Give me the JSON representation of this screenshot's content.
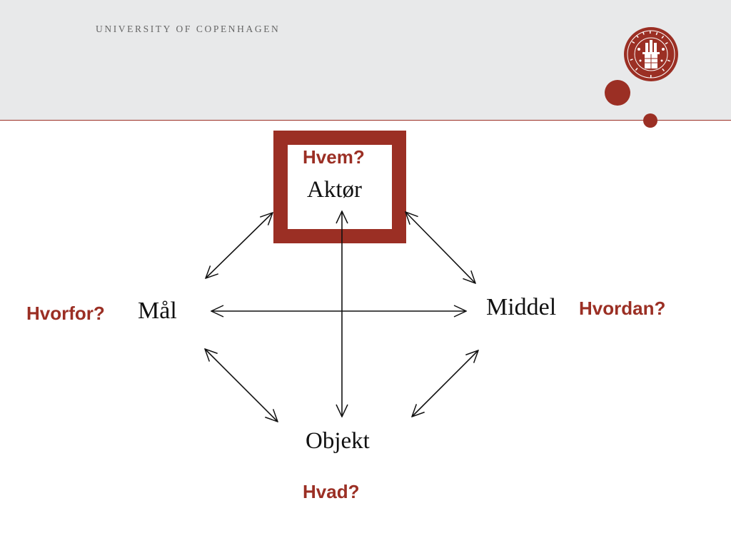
{
  "header": {
    "university_name": "UNIVERSITY OF COPENHAGEN",
    "seal_icon": "university-seal-icon",
    "brand_color": "#9b2f24"
  },
  "diagram": {
    "nodes": {
      "actor": {
        "term": "Aktør",
        "question": "Hvem?"
      },
      "goal": {
        "term": "Mål",
        "question": "Hvorfor?"
      },
      "means": {
        "term": "Middel",
        "question": "Hvordan?"
      },
      "object": {
        "term": "Objekt",
        "question": "Hvad?"
      }
    }
  }
}
